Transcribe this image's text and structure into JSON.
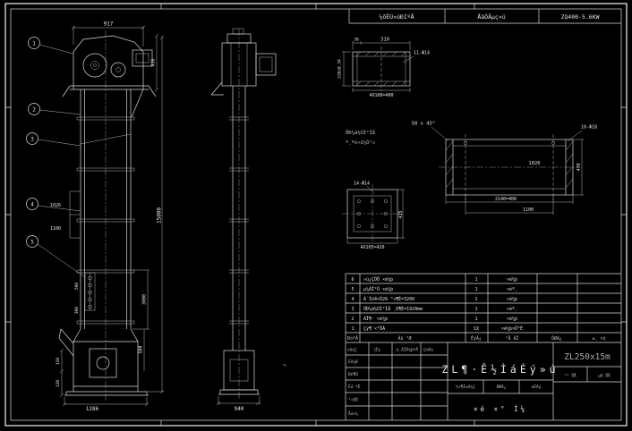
{
  "header": {
    "cell_reducer": "¼õËÙ»úÐÍºÅ",
    "cell_motor": "ÅäÓÃµç»ú",
    "cell_model": "ZQ400-5.6KW"
  },
  "front_view": {
    "balloons": [
      "1",
      "2",
      "3",
      "4",
      "5"
    ],
    "dims": {
      "top_width": "917",
      "head_height": "436",
      "total_height": "15000",
      "section_a": "1026",
      "section_b": "1100",
      "window_a": "500",
      "window_b": "300",
      "lower_section": "3000",
      "boot_height": "500",
      "base_width": "1286",
      "boot_a": "150",
      "boot_b": "120"
    }
  },
  "side_view": {
    "dims": {
      "base_width": "940"
    }
  },
  "detail_flange": {
    "dim_top": "310",
    "dim_top_sub": "30",
    "dim_left": "220±0.34",
    "holes_label": "11-Φ14",
    "dim_bottom": "4X100=400"
  },
  "detail_shell": {
    "chamfer_note": "50 x 45°",
    "holes_label": "10-Φ18",
    "dim_inner": "1026",
    "dim_right": "470",
    "dim_bottom_a": "2140=400",
    "dim_bottom_b": "1100",
    "note_line1": "ÖÐ¼ä½ÚÍ²Ìå",
    "note_line2": "º¸ºó»ú¼Ó¹¤"
  },
  "detail_plate": {
    "holes_label": "14-Φ14",
    "dim_right": "435",
    "dim_bottom": "4X105=420"
  },
  "bom": {
    "header": {
      "no": "ÐòºÅ",
      "name": "Ãû ³Æ",
      "qty": "ÊýÁ¿",
      "mat": "²Ä ÁÏ",
      "weight": "ÖØÁ¿",
      "rem": "±¸ ×¢"
    },
    "rows": [
      {
        "no": "6",
        "name": "»ú¿ÇÕÖ ×é¼þ",
        "qty": "1",
        "mat": "×é¼þ",
        "weight": "",
        "rem": ""
      },
      {
        "no": "5",
        "name": "µ¼ÁÏ²Û ×é¼þ",
        "qty": "1",
        "mat": "×éº¸",
        "weight": "",
        "rem": ""
      },
      {
        "no": "4",
        "name": "Á´Ìõ4×Õ26 ³¤¶È=3200",
        "qty": "1",
        "mat": "×é¼þ",
        "weight": "",
        "rem": ""
      },
      {
        "no": "3",
        "name": "ÖÐ¼ä½ÚÍ²Ìå ¸ß¶È=1920mm",
        "qty": "1",
        "mat": "×éº¸",
        "weight": "",
        "rem": ""
      },
      {
        "no": "2",
        "name": "ÁÏ¶· ×é¼þ",
        "qty": "1",
        "mat": "×é¼þ",
        "weight": "",
        "rem": ""
      },
      {
        "no": "1",
        "name": "Çý¶¯×°ÖÃ",
        "qty": "1X",
        "mat": "×é¼þ×Ü³É",
        "weight": "",
        "rem": ""
      }
    ]
  },
  "title_block": {
    "product_name": "ZL¶·Ê½ÌáÉý»ú",
    "model": "ZL250x15m",
    "drawing_type": "×é ×° Í¼",
    "mark": "±ê¼Ç",
    "count": "´¦Êý",
    "file_no": "¸ü¸ÄÎÄ¼þºÅ",
    "sign": "Ç©Ãû",
    "design": "Éè¼Æ",
    "check": "Ð£¶Ô",
    "audit": "Éó ºË",
    "craft": "¹¤ÒÕ",
    "approve": "Åú×¼",
    "stage": "½×¶Î±ê¼Ç",
    "weight": "ÖØÁ¿",
    "scale": "±ÈÀý",
    "sheets": "¹² ÕÅ",
    "sheet_no": "µÚ ÕÅ"
  }
}
